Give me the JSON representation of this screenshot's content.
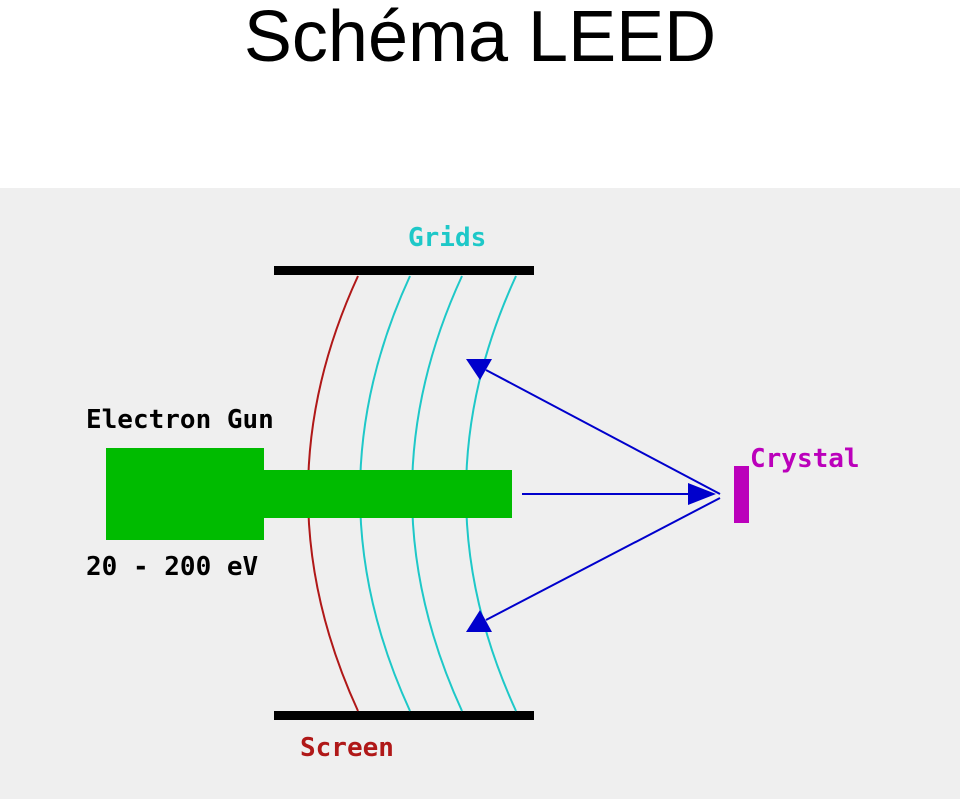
{
  "title": "Schéma LEED",
  "labels": {
    "grids": "Grids",
    "electron_gun": "Electron Gun",
    "energy": "20 - 200 eV",
    "crystal": "Crystal",
    "screen": "Screen"
  },
  "colors": {
    "background": "#efefef",
    "title": "#000000",
    "grids": "#1ec8c8",
    "screen": "#b01818",
    "gun": "#00bb00",
    "crystal": "#bb00bb",
    "beam": "#0000cc",
    "labels_dark": "#000000"
  }
}
